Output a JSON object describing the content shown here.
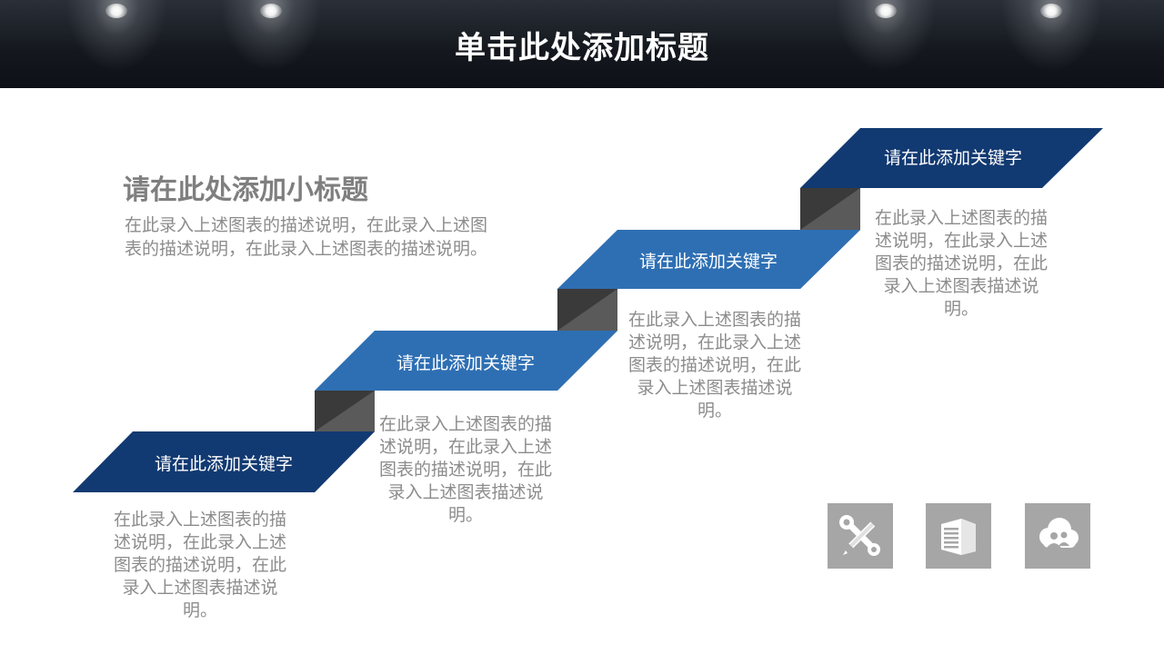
{
  "header": {
    "title": "单击此处添加标题"
  },
  "intro": {
    "subtitle": "请在此处添加小标题",
    "body": "在此录入上述图表的描述说明，在此录入上述图表的描述说明，在此录入上述图表的描述说明。"
  },
  "steps": [
    {
      "label": "请在此添加关键字",
      "description": "在此录入上述图表的描述说明，在此录入上述图表的描述说明，在此录入上述图表描述说明。"
    },
    {
      "label": "请在此添加关键字",
      "description": "在此录入上述图表的描述说明，在此录入上述图表的描述说明，在此录入上述图表描述说明。"
    },
    {
      "label": "请在此添加关键字",
      "description": "在此录入上述图表的描述说明，在此录入上述图表的描述说明，在此录入上述图表描述说明。"
    },
    {
      "label": "请在此添加关键字",
      "description": "在此录入上述图表的描述说明，在此录入上述图表的描述说明，在此录入上述图表描述说明。"
    }
  ],
  "icons": [
    "tools-icon",
    "building-icon",
    "cloud-users-icon"
  ],
  "colors": {
    "dark_blue": "#123a72",
    "mid_blue": "#2e6fb3",
    "riser_gray": "#5a5a5a",
    "riser_dark": "#3a3a3a",
    "text_gray": "#8c8c8c",
    "icon_bg": "#a6a6a6"
  }
}
